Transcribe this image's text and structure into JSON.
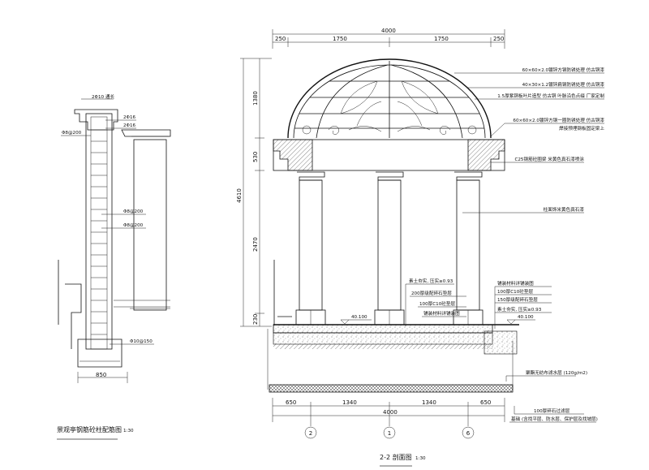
{
  "left_detail": {
    "title": "景观亭钢筋砼柱配筋图",
    "scale": "1:30",
    "labels": [
      "2Φ10 通长",
      "2Φ16",
      "2Φ16",
      "Φ8@200",
      "Φ8@200",
      "Φ8@200",
      "Φ10@150"
    ],
    "width_dim": "850"
  },
  "section": {
    "title": "2-2 剖面图",
    "scale": "1:30",
    "top_total": "4000",
    "top_dims": [
      "250",
      "1750",
      "1750",
      "250"
    ],
    "left_dims": [
      "1380",
      "530",
      "2470",
      "230"
    ],
    "left_total": "4610",
    "bottom_dims": [
      "650",
      "1340",
      "1340",
      "650"
    ],
    "bottom_total": "4000",
    "axes": [
      "2",
      "1",
      "6"
    ],
    "level_left": "40.100",
    "level_right": "40.100",
    "notes_right": [
      "60×60×2.0镀锌方钢防锈处理 仿古铜漆",
      "40×30×1.2镀锌扁钢防锈处理 仿古铜漆",
      "1.5厚紫铜板叶片造型 仿古铜 叶脉沿色点缀  厂家定制",
      "60×60×2.0镀锌方钢一圈防锈处理 仿古铜漆",
      "焊接预埋钢板固定梁上",
      "C25钢筋砼圈梁   米黄色真石漆喷涂",
      "柱面饰米黄色真石漆"
    ],
    "notes_mid": [
      "素土夯实, 压实≥0.93",
      "200厚级配碎石垫层",
      "100厚C10砼垫层",
      "铺装材料详铺装图"
    ],
    "notes_side": [
      "铺装材料详铺装图",
      "100厚C10砼垫层",
      "150厚级配碎石垫层",
      "素土夯实, 压实≥0.93"
    ],
    "notes_bottom": [
      "聚酯无纺布滤水层 (120g/m2)",
      "100厚碎石过滤层",
      "基础 (含找平层、防水层、保护层及找坡层)"
    ]
  }
}
